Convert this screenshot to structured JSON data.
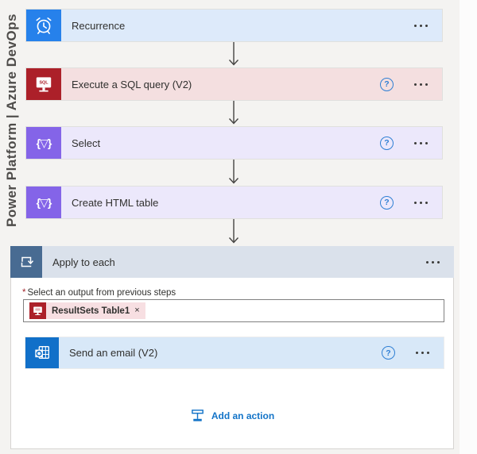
{
  "watermark": "Power Platform | Azure DevOps",
  "ui": {
    "help_glyph": "?"
  },
  "colors": {
    "canvas_bg": "#f4f3f1",
    "recurrence_icon_bg": "#2681eb",
    "recurrence_header_bg": "#ddeafa",
    "sql_icon_bg": "#ac2029",
    "sql_header_bg": "#f4dfe0",
    "data_operation_icon_bg": "#8464e8",
    "data_operation_header_bg": "#ece8fb",
    "apply_icon_bg": "#486b92",
    "apply_header_bg": "#dae1eb",
    "outlook_icon_bg": "#1170c9",
    "outlook_header_bg": "#d8e8f8",
    "help_icon": "#2f7fd4",
    "add_action_blue": "#1374c8",
    "token_pill_bg": "#f7dfe2",
    "required_red": "#a4262c"
  },
  "cards": [
    {
      "title": "Recurrence",
      "icon": "alarm-clock-icon"
    },
    {
      "title": "Execute a SQL query (V2)",
      "icon": "sql-monitor-icon"
    },
    {
      "title": "Select",
      "icon": "data-operation-braces-icon",
      "icon_glyph": "{▽}"
    },
    {
      "title": "Create HTML table",
      "icon": "data-operation-braces-icon",
      "icon_glyph": "{▽}"
    }
  ],
  "icons": {
    "sql_text": "SQL"
  },
  "apply_to_each": {
    "title": "Apply to each",
    "required_marker": "*",
    "field_label": "Select an output from previous steps",
    "token": {
      "label": "ResultSets Table1",
      "remove_glyph": "×"
    },
    "email_card": {
      "title": "Send an email (V2)"
    },
    "add_action_label": "Add an action"
  }
}
